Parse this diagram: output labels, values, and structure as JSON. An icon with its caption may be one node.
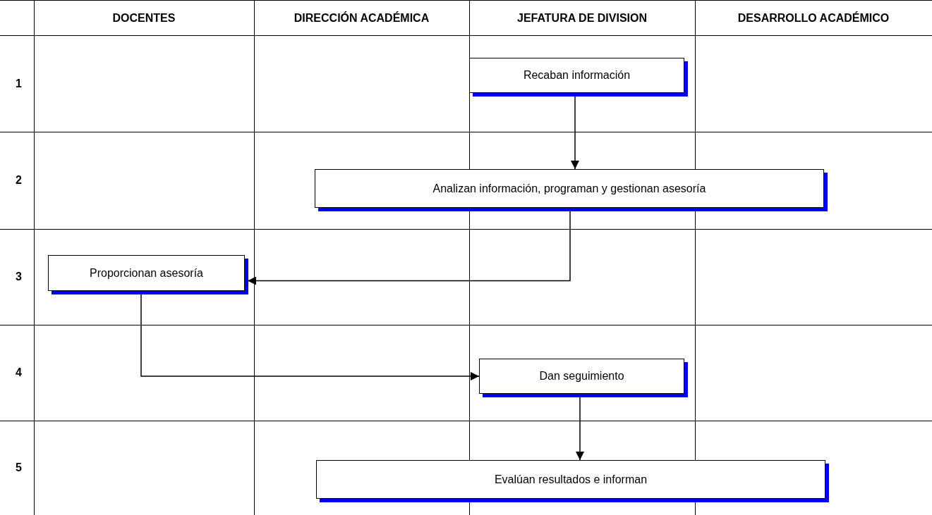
{
  "diagram": {
    "nodes": [
      {
        "text": [
          "Recaban información"
        ]
      },
      {
        "text": [
          "Analizan información, programan y gestionan asesoría"
        ]
      },
      {
        "text": [
          "Proporcionan asesoría"
        ]
      },
      {
        "text": [
          "Dan seguimiento"
        ]
      },
      {
        "text": [
          "Evalúan resultados e informan"
        ]
      }
    ],
    "edges": [
      {
        "from": 0,
        "to": 1,
        "arrow": "to"
      },
      {
        "from": 1,
        "to": 2,
        "arrow": "to"
      },
      {
        "from": 2,
        "to": 3,
        "arrow": "to"
      },
      {
        "from": 3,
        "to": 4,
        "arrow": "to"
      }
    ],
    "labels": [
      "DOCENTES",
      "DIRECCIÓN ACADÉMICA",
      "JEFATURA DE DIVISION",
      "DESARROLLO ACADÉMICO",
      "1",
      "2",
      "3",
      "4",
      "5"
    ]
  }
}
